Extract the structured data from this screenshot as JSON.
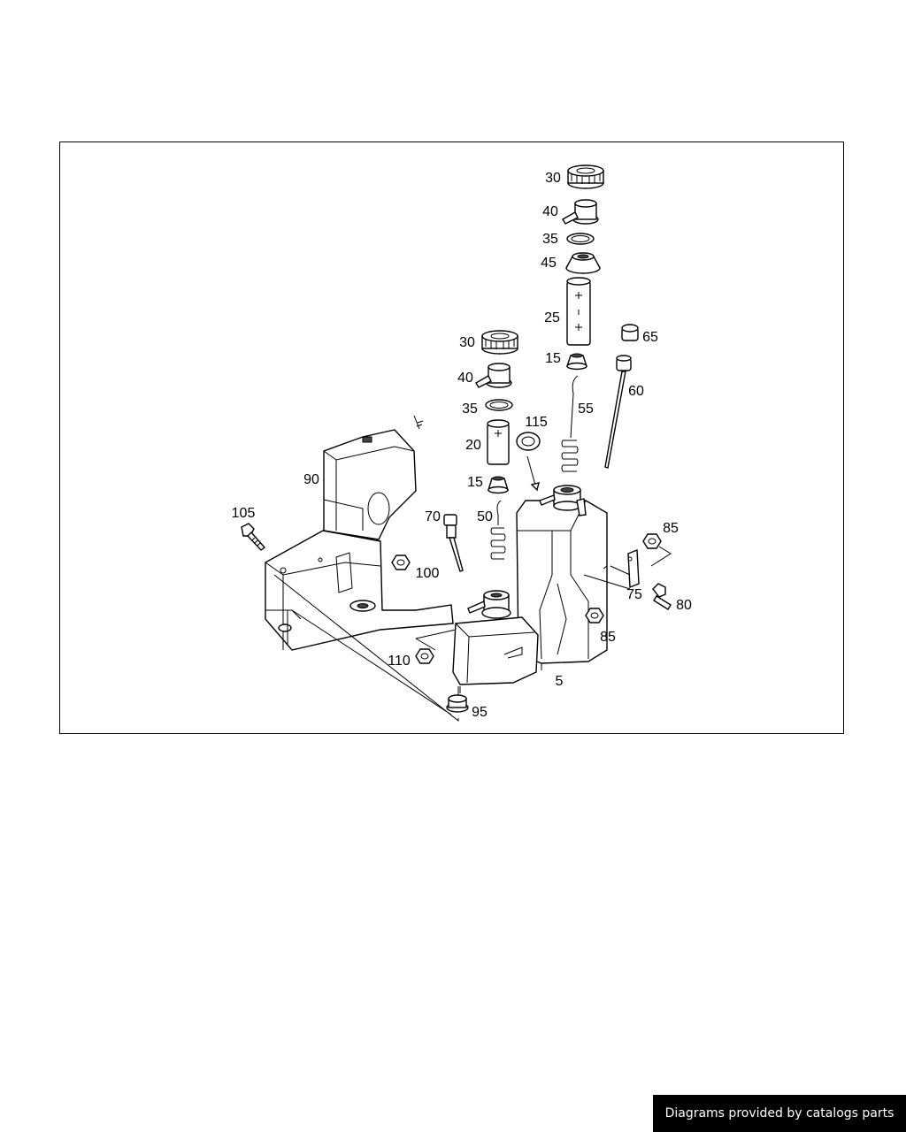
{
  "diagram": {
    "labels": {
      "l30a": "30",
      "l40a": "40",
      "l35a": "35",
      "l45": "45",
      "l25": "25",
      "l65": "65",
      "l15a": "15",
      "l60": "60",
      "l30b": "30",
      "l40b": "40",
      "l35b": "35",
      "l20": "20",
      "l115": "115",
      "l55": "55",
      "l15b": "15",
      "l50": "50",
      "l70": "70",
      "l90": "90",
      "l105": "105",
      "l100": "100",
      "l85a": "85",
      "l75": "75",
      "l80": "80",
      "l85b": "85",
      "l110": "110",
      "l5": "5",
      "l95": "95"
    }
  },
  "credit": {
    "text": "Diagrams provided by catalogs parts"
  }
}
